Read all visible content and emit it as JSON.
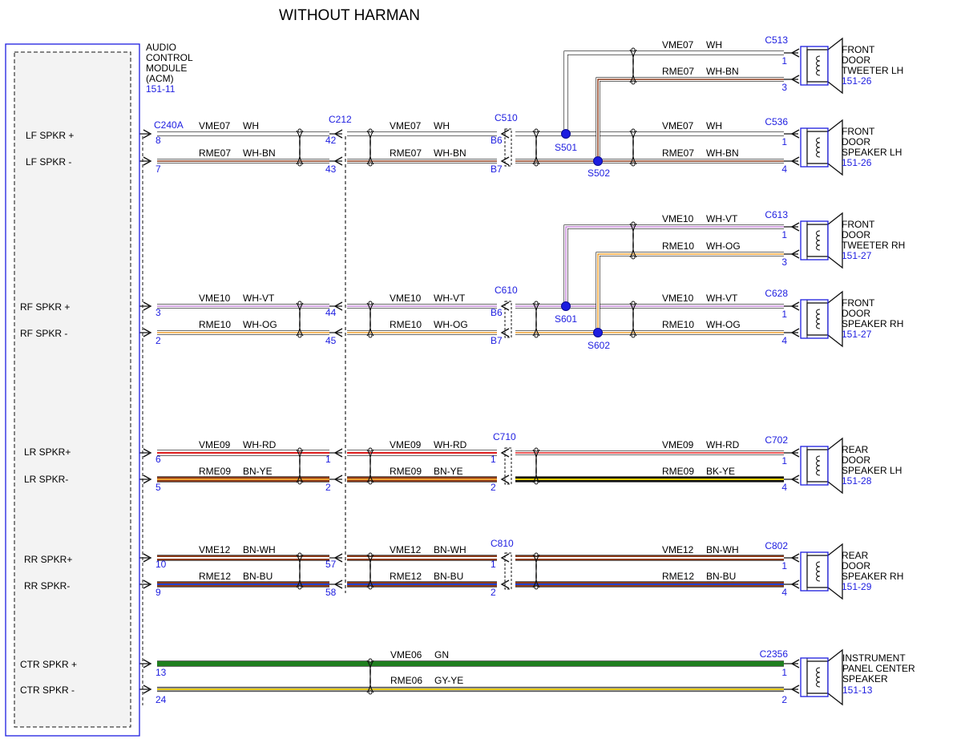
{
  "title": "WITHOUT HARMAN",
  "module": {
    "name_lines": [
      "AUDIO",
      "CONTROL",
      "MODULE",
      "(ACM)"
    ],
    "ref": "151-11",
    "connector": "C240A"
  },
  "pins": [
    {
      "label": "LF SPKR +"
    },
    {
      "label": "LF SPKR -"
    },
    {
      "label": "RF SPKR +"
    },
    {
      "label": "RF SPKR -"
    },
    {
      "label": "LR SPKR+"
    },
    {
      "label": "LR SPKR-"
    },
    {
      "label": "RR SPKR+"
    },
    {
      "label": "RR SPKR-"
    },
    {
      "label": "CTR SPKR +"
    },
    {
      "label": "CTR SPKR -"
    }
  ],
  "inline_connectors": [
    "C212",
    "C510",
    "C610",
    "C710",
    "C810"
  ],
  "splices": [
    "S501",
    "S502",
    "S601",
    "S602"
  ],
  "colors": {
    "frame": "#1d1de0",
    "wire_white": "#ffffff",
    "wire_brown": "#8a3a1a",
    "wire_violet": "#c58ad8",
    "wire_orange": "#f0a030",
    "wire_red": "#e02020",
    "wire_yellow": "#f0d000",
    "wire_black": "#101010",
    "wire_blue": "#2040d0",
    "wire_green": "#1f7f1f",
    "wire_gray": "#9a9a9a"
  },
  "circuits": [
    {
      "circuit": "VME07",
      "color": "WH",
      "pin_acm": "8",
      "pin_c212": "42",
      "pin_inline": "B6"
    },
    {
      "circuit": "RME07",
      "color": "WH-BN",
      "pin_acm": "7",
      "pin_c212": "43",
      "pin_inline": "B7"
    },
    {
      "circuit": "VME10",
      "color": "WH-VT",
      "pin_acm": "3",
      "pin_c212": "44",
      "pin_inline": "B6"
    },
    {
      "circuit": "RME10",
      "color": "WH-OG",
      "pin_acm": "2",
      "pin_c212": "45",
      "pin_inline": "B7"
    },
    {
      "circuit": "VME09",
      "color": "WH-RD",
      "pin_acm": "6",
      "pin_c212": "1",
      "pin_inline": "1"
    },
    {
      "circuit": "RME09",
      "color": "BN-YE",
      "pin_acm": "5",
      "pin_c212": "2",
      "pin_inline": "2"
    },
    {
      "circuit": "VME12",
      "color": "BN-WH",
      "pin_acm": "10",
      "pin_c212": "57",
      "pin_inline": "1"
    },
    {
      "circuit": "RME12",
      "color": "BN-BU",
      "pin_acm": "9",
      "pin_c212": "58",
      "pin_inline": "2"
    },
    {
      "circuit": "VME06",
      "color": "GN",
      "pin_acm": "13"
    },
    {
      "circuit": "RME06",
      "color": "GY-YE",
      "pin_acm": "24"
    }
  ],
  "rear_lr_minus_color": "BK-YE",
  "speakers": [
    {
      "connector": "C513",
      "name_lines": [
        "FRONT",
        "DOOR",
        "TWEETER LH"
      ],
      "ref": "151-26",
      "pin_plus": "1",
      "pin_minus": "3",
      "plus_circuit": "VME07",
      "plus_color": "WH",
      "minus_circuit": "RME07",
      "minus_color": "WH-BN"
    },
    {
      "connector": "C536",
      "name_lines": [
        "FRONT",
        "DOOR",
        "SPEAKER LH"
      ],
      "ref": "151-26",
      "pin_plus": "1",
      "pin_minus": "4",
      "plus_circuit": "VME07",
      "plus_color": "WH",
      "minus_circuit": "RME07",
      "minus_color": "WH-BN"
    },
    {
      "connector": "C613",
      "name_lines": [
        "FRONT",
        "DOOR",
        "TWEETER RH"
      ],
      "ref": "151-27",
      "pin_plus": "1",
      "pin_minus": "3",
      "plus_circuit": "VME10",
      "plus_color": "WH-VT",
      "minus_circuit": "RME10",
      "minus_color": "WH-OG"
    },
    {
      "connector": "C628",
      "name_lines": [
        "FRONT",
        "DOOR",
        "SPEAKER RH"
      ],
      "ref": "151-27",
      "pin_plus": "1",
      "pin_minus": "4",
      "plus_circuit": "VME10",
      "plus_color": "WH-VT",
      "minus_circuit": "RME10",
      "minus_color": "WH-OG"
    },
    {
      "connector": "C702",
      "name_lines": [
        "REAR",
        "DOOR",
        "SPEAKER LH"
      ],
      "ref": "151-28",
      "pin_plus": "1",
      "pin_minus": "4",
      "plus_circuit": "VME09",
      "plus_color": "WH-RD",
      "minus_circuit": "RME09",
      "minus_color": "BK-YE"
    },
    {
      "connector": "C802",
      "name_lines": [
        "REAR",
        "DOOR",
        "SPEAKER RH"
      ],
      "ref": "151-29",
      "pin_plus": "1",
      "pin_minus": "4",
      "plus_circuit": "VME12",
      "plus_color": "BN-WH",
      "minus_circuit": "RME12",
      "minus_color": "BN-BU"
    },
    {
      "connector": "C2356",
      "name_lines": [
        "INSTRUMENT",
        "PANEL CENTER",
        "SPEAKER"
      ],
      "ref": "151-13",
      "pin_plus": "1",
      "pin_minus": "2",
      "plus_circuit": "VME06",
      "plus_color": "GN",
      "minus_circuit": "RME06",
      "minus_color": "GY-YE"
    }
  ]
}
